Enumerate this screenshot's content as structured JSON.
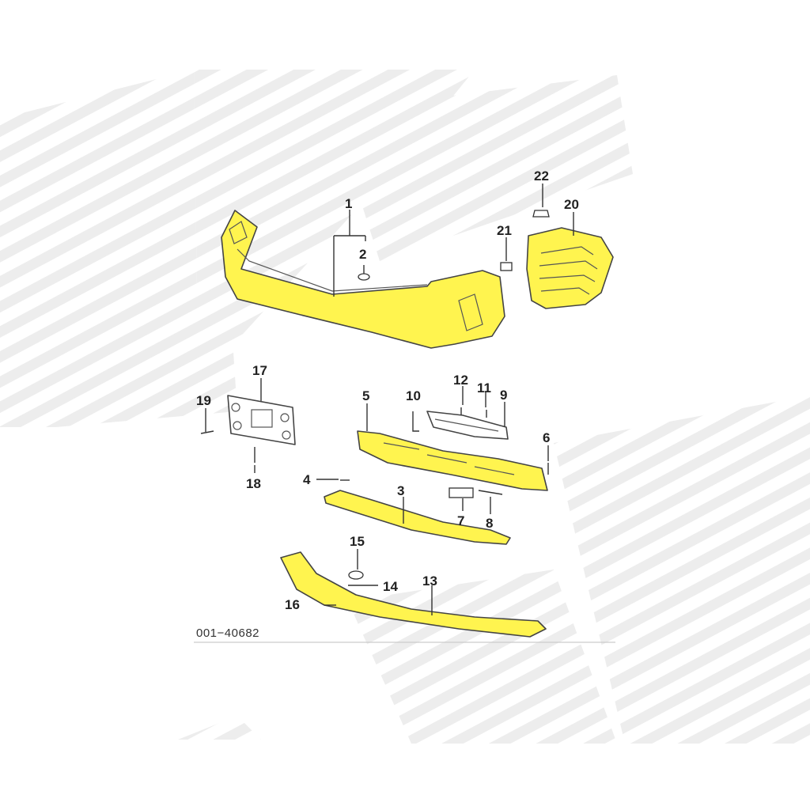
{
  "diagram": {
    "part_color": "#FFF44F",
    "outline_color": "#444444",
    "watermark_color": "#EDEDED",
    "code": "001−40682",
    "callouts": [
      "1",
      "2",
      "3",
      "4",
      "5",
      "6",
      "7",
      "8",
      "9",
      "10",
      "11",
      "12",
      "13",
      "14",
      "15",
      "16",
      "17",
      "18",
      "19",
      "20",
      "21",
      "22"
    ]
  }
}
